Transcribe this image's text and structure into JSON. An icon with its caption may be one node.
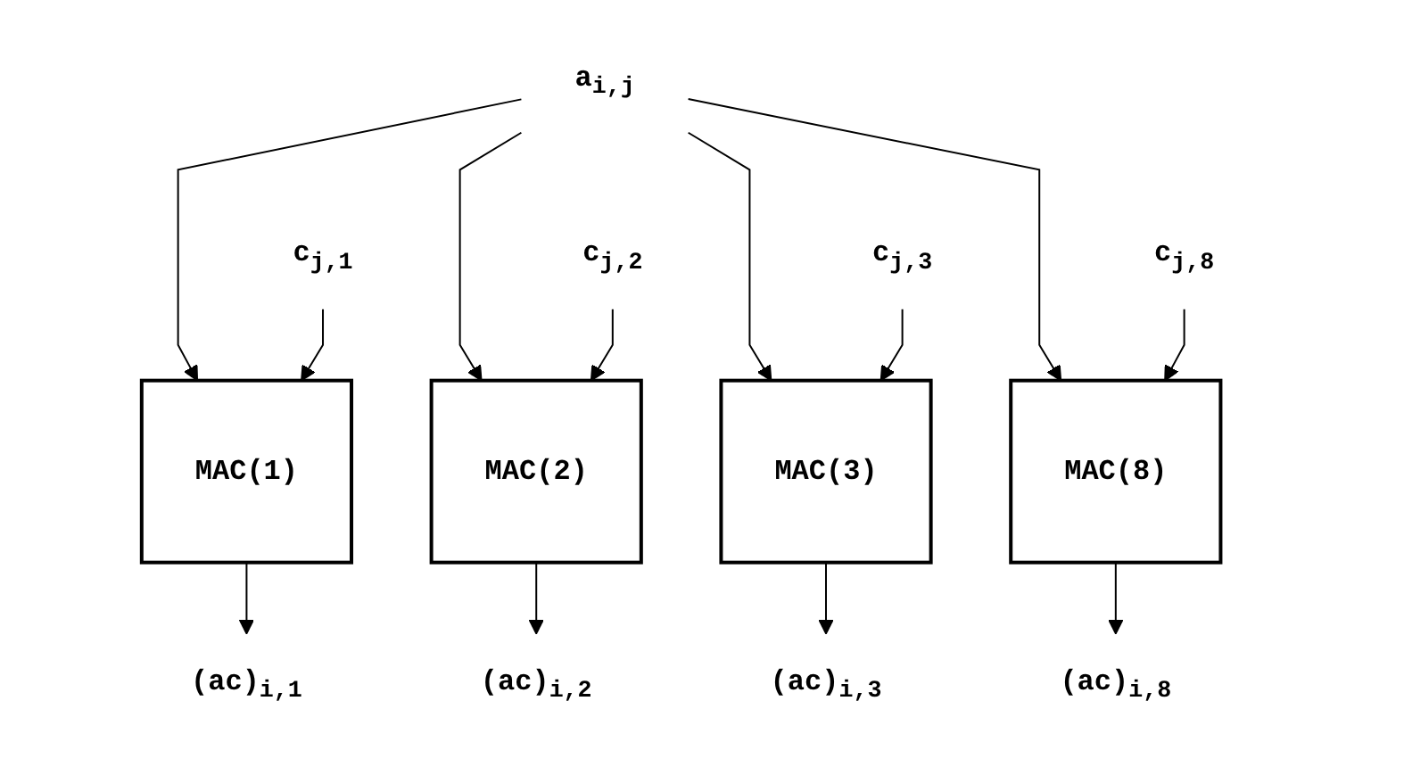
{
  "diagram": {
    "nodes": [
      {
        "text": [
          "a$_{i,j}$"
        ]
      },
      {
        "text": [
          "c$_{j,1}$"
        ]
      },
      {
        "text": [
          "c$_{j,2}$"
        ]
      },
      {
        "text": [
          "c$_{j,3}$"
        ]
      },
      {
        "text": [
          "c$_{j,8}$"
        ]
      },
      {
        "text": [
          "MAC(1)"
        ]
      },
      {
        "text": [
          "MAC(2)"
        ]
      },
      {
        "text": [
          "MAC(3)"
        ]
      },
      {
        "text": [
          "MAC(8)"
        ]
      },
      {
        "text": [
          "(ac)$_{i,1}$"
        ]
      },
      {
        "text": [
          "(ac)$_{i,2}$"
        ]
      },
      {
        "text": [
          "(ac)$_{i,3}$"
        ]
      },
      {
        "text": [
          "(ac)$_{i,8}$"
        ]
      }
    ],
    "edges": [
      {
        "from": 0,
        "to": 5,
        "arrow": "to"
      },
      {
        "from": 0,
        "to": 6,
        "arrow": "to"
      },
      {
        "from": 0,
        "to": 7,
        "arrow": "to"
      },
      {
        "from": 0,
        "to": 8,
        "arrow": "to"
      },
      {
        "from": 1,
        "to": 5,
        "arrow": "to"
      },
      {
        "from": 2,
        "to": 6,
        "arrow": "to"
      },
      {
        "from": 3,
        "to": 7,
        "arrow": "to"
      },
      {
        "from": 4,
        "to": 8,
        "arrow": "to"
      },
      {
        "from": 5,
        "to": 9,
        "arrow": "to"
      },
      {
        "from": 6,
        "to": 10,
        "arrow": "to"
      },
      {
        "from": 7,
        "to": 11,
        "arrow": "to"
      },
      {
        "from": 8,
        "to": 12,
        "arrow": "to"
      }
    ]
  }
}
